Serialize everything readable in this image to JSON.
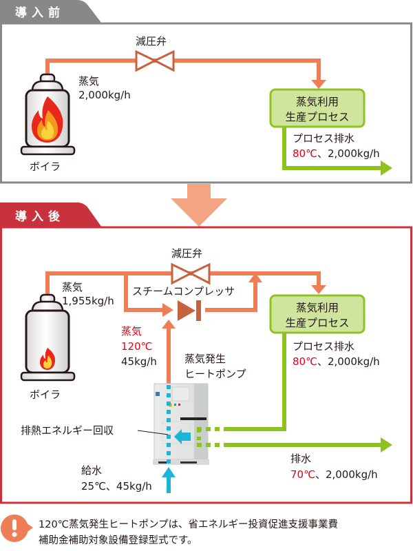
{
  "colors": {
    "steam": "#ef7d55",
    "steam_dark": "#c8613e",
    "green": "#8dc21f",
    "green_fill": "#cfe59e",
    "water": "#1bb5d8",
    "red": "#e60012",
    "before_gray": "#888888",
    "after_red": "#c9313c",
    "big_arrow": "#f3a482",
    "note_icon": "#ef7d55"
  },
  "before": {
    "header": "導入前",
    "valve_label": "減圧弁",
    "steam_label": "蒸気",
    "steam_flow": "2,000kg/h",
    "boiler_label": "ボイラ",
    "process_box": {
      "line1": "蒸気利用",
      "line2": "生産プロセス"
    },
    "drain_label": "プロセス排水",
    "drain_temp": "80℃",
    "drain_flow": "、2,000kg/h"
  },
  "after": {
    "header": "導入後",
    "valve_label": "減圧弁",
    "compressor_label": "スチームコンプレッサ",
    "steam_label": "蒸気",
    "steam_flow": "1,955kg/h",
    "boiler_label": "ボイラ",
    "hp_steam_label": "蒸気",
    "hp_steam_temp": "120℃",
    "hp_steam_flow": "45kg/h",
    "heat_pump_label": {
      "line1": "蒸気発生",
      "line2": "ヒートポンプ"
    },
    "heat_recovery_label": "排熱エネルギー回収",
    "feed_water_label": "給水",
    "feed_water_value": "25℃、45kg/h",
    "process_box": {
      "line1": "蒸気利用",
      "line2": "生産プロセス"
    },
    "drain_label": "プロセス排水",
    "drain_temp": "80℃",
    "drain_flow": "、2,000kg/h",
    "exhaust_label": "排水",
    "exhaust_temp": "70℃",
    "exhaust_flow": "、2,000kg/h"
  },
  "note": {
    "icon": "exclamation-icon",
    "line1": "120℃蒸気発生ヒートポンプは、省エネルギー投資促進支援事業費",
    "line2": "補助金補助対象設備登録型式です。"
  }
}
